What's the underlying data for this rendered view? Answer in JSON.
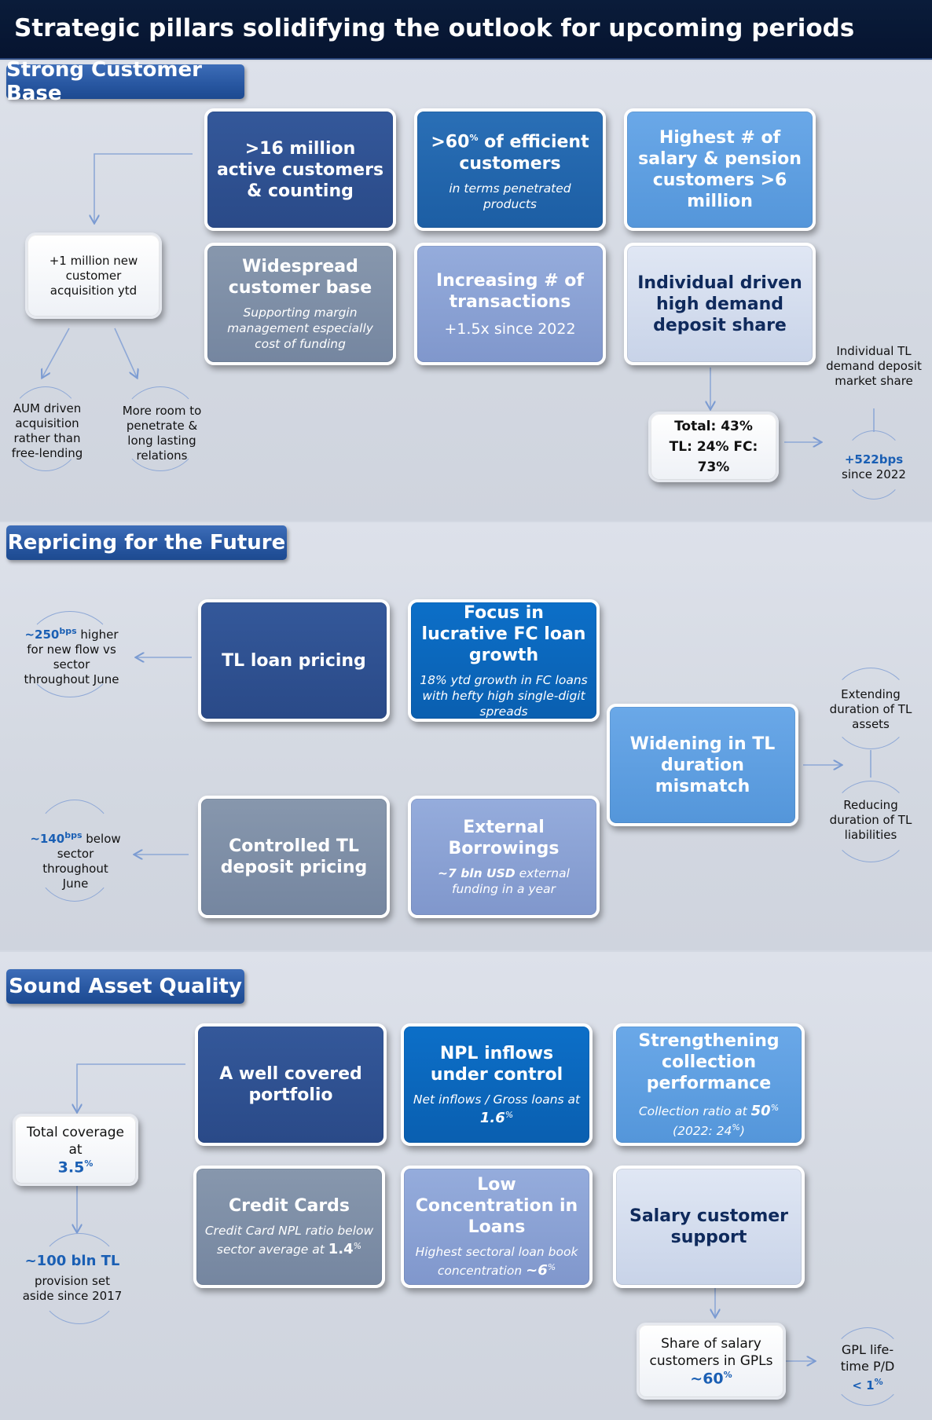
{
  "title": "Strategic pillars solidifying the outlook for upcoming periods",
  "sections": {
    "s1": {
      "tab": "Strong Customer Base",
      "cards": {
        "active": {
          "title": ">16 million active customers & counting"
        },
        "efficient": {
          "title_pre": ">60",
          "title_sup": "%",
          "title_post": " of efficient customers",
          "sub": "in terms penetrated products"
        },
        "salary": {
          "title": "Highest # of  salary & pension customers >6 million"
        },
        "widespread": {
          "title": "Widespread customer base",
          "sub": "Supporting margin management especially cost of funding"
        },
        "transactions": {
          "title": "Increasing # of transactions",
          "sub": "+1.5x since 2022"
        },
        "deposit": {
          "title": "Individual driven high demand deposit share"
        },
        "acquisition": {
          "title": "+1 million new customer acquisition ytd"
        },
        "share_box": {
          "line1": "Total: 43%",
          "line2": "TL: 24%  FC: 73%"
        }
      },
      "notes": {
        "aum": "AUM driven acquisition rather than free-lending",
        "room": "More room to penetrate & long lasting relations",
        "tl_market": "Individual TL demand deposit market share",
        "bps_value": "+522bps",
        "bps_since": "since 2022"
      }
    },
    "s2": {
      "tab": "Repricing for the Future",
      "cards": {
        "loan_pricing": {
          "title": "TL loan pricing"
        },
        "fc_growth": {
          "title": "Focus in lucrative FC loan growth",
          "sub": "18% ytd growth in FC loans with hefty high single-digit spreads"
        },
        "mismatch": {
          "title": "Widening in TL duration mismatch"
        },
        "deposit_pricing": {
          "title": "Controlled TL deposit pricing"
        },
        "borrowings": {
          "title": "External Borrowings",
          "sub_bold": "~7 bln USD",
          "sub": " external funding in a year"
        }
      },
      "notes": {
        "higher_value": "~250",
        "higher_sup": "bps",
        "higher_text": " higher for new flow vs sector throughout June",
        "below_value": "~140",
        "below_sup": "bps",
        "below_text": " below sector throughout June",
        "extending": "Extending duration of TL assets",
        "reducing": "Reducing duration of TL liabilities"
      }
    },
    "s3": {
      "tab": "Sound Asset Quality",
      "cards": {
        "covered": {
          "title": "A well covered portfolio"
        },
        "npl": {
          "title": "NPL inflows under control",
          "sub": "Net inflows / Gross loans at ",
          "sub_value": "1.6",
          "sub_sup": "%"
        },
        "collection": {
          "title": "Strengthening collection performance",
          "sub": "Collection ratio at ",
          "sub_value": "50",
          "sub_sup": "%",
          "sub2_pre": "(2022: 24",
          "sub2_sup": "%",
          "sub2_post": ")"
        },
        "credit_cards": {
          "title": "Credit Cards",
          "sub": "Credit Card NPL ratio below sector average at ",
          "sub_value": "1.4",
          "sub_sup": "%"
        },
        "concentration": {
          "title": "Low Concentration in Loans",
          "sub": "Highest sectoral loan book concentration ",
          "sub_value": "~6",
          "sub_sup": "%"
        },
        "salary_support": {
          "title": "Salary customer support"
        },
        "coverage": {
          "title": "Total coverage at",
          "value": "3.5",
          "sup": "%"
        },
        "gpl_share": {
          "title": "Share of salary customers in GPLs",
          "value": "~60",
          "sup": "%"
        }
      },
      "notes": {
        "provision_value": "~100 bln TL",
        "provision_text": "provision set aside since 2017",
        "gpl_pd": "GPL life-time P/D",
        "gpl_value": "< 1",
        "gpl_sup": "%"
      }
    }
  },
  "colors": {
    "title_bg": "#061430",
    "tab": "#2756a0",
    "navy": "#2a4a88",
    "blue": "#1c5ea4",
    "sky": "#5496da",
    "slate": "#7586a0",
    "periwinkle": "#8097cc",
    "pale": "#c8d3e8",
    "accent": "#1a5fb4"
  }
}
